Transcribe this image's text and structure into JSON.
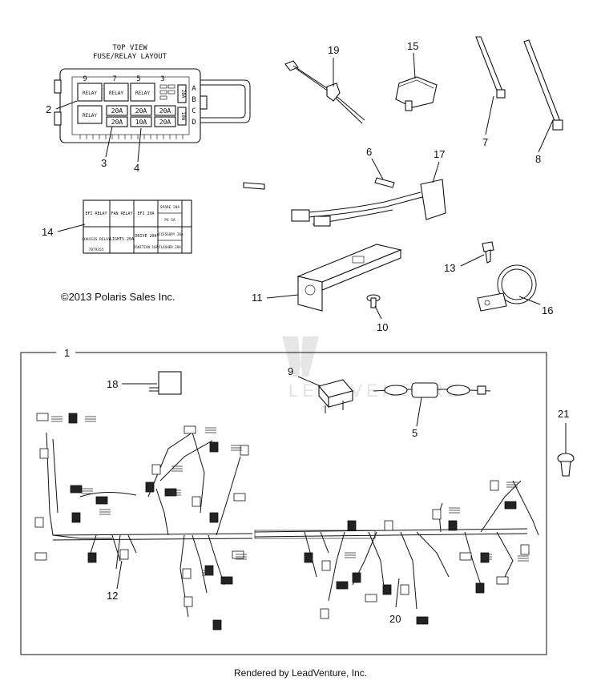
{
  "fuse_box": {
    "title": "TOP VIEW",
    "subtitle": "FUSE/RELAY LAYOUT",
    "relay_labels": [
      "RELAY",
      "RELAY",
      "RELAY",
      "RELAY"
    ],
    "fuse_labels_top": [
      "20A",
      "20A",
      "20A"
    ],
    "fuse_labels_bottom": [
      "20A",
      "10A",
      "20A"
    ],
    "side_fuses": [
      "20A",
      "10A"
    ],
    "row_letters": [
      "A",
      "B",
      "C",
      "D"
    ],
    "column_numbers": [
      "9",
      "7",
      "5",
      "3"
    ]
  },
  "label_card": {
    "cells": [
      "EFI RELAY",
      "FAN RELAY",
      "EFI 20A",
      "SPARE 20A",
      "PS 5A",
      "CHASSIS RELAY",
      "LIGHTS 20A",
      "DRIVE 20A",
      "ACCESSORY 20A",
      "IGNITION 10A",
      "FLASHER 20A"
    ],
    "tag": "7079355"
  },
  "copyright": "©2013 Polaris Sales Inc.",
  "watermark": "LEADVENTURE",
  "callouts": {
    "c1": "1",
    "c2": "2",
    "c3": "3",
    "c4": "4",
    "c5": "5",
    "c6": "6",
    "c7": "7",
    "c8": "8",
    "c9": "9",
    "c10": "10",
    "c11": "11",
    "c12": "12",
    "c13": "13",
    "c14": "14",
    "c15": "15",
    "c16": "16",
    "c17": "17",
    "c18": "18",
    "c19": "19",
    "c20": "20",
    "c21": "21"
  },
  "footer": "Rendered by LeadVenture, Inc."
}
